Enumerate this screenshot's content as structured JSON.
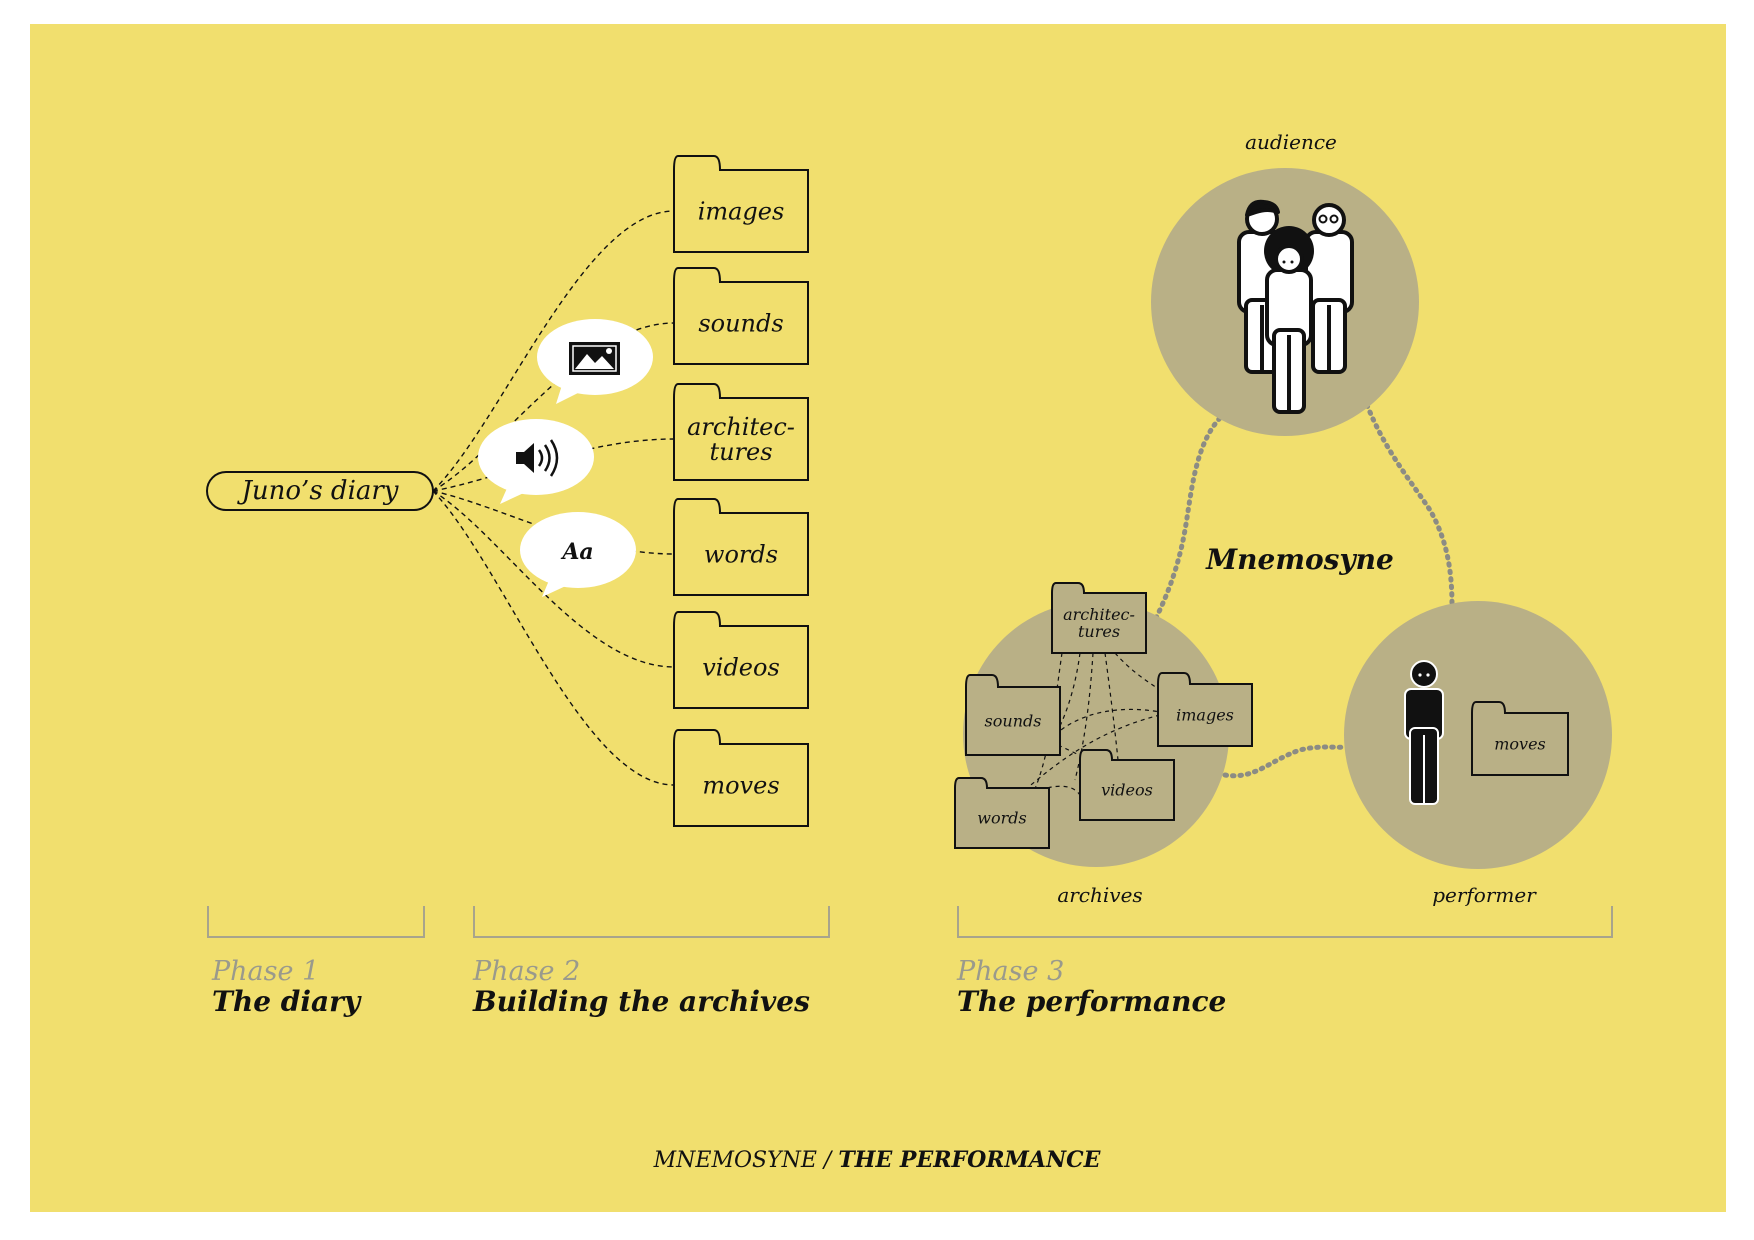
{
  "colors": {
    "background": "#f1df6e",
    "circle": "#b9b086",
    "ink": "#111111",
    "muted": "#9a9a8c",
    "bracket": "#a8a48c"
  },
  "diary": {
    "label": "Juno’s diary"
  },
  "bubbles": [
    {
      "name": "image-bubble",
      "icon": "image-icon"
    },
    {
      "name": "sound-bubble",
      "icon": "speaker-icon"
    },
    {
      "name": "text-bubble",
      "icon": "text",
      "text": "Aa"
    }
  ],
  "phase2_folders": [
    {
      "lines": [
        "images"
      ]
    },
    {
      "lines": [
        "sounds"
      ]
    },
    {
      "lines": [
        "architec-",
        "tures"
      ]
    },
    {
      "lines": [
        "words"
      ]
    },
    {
      "lines": [
        "videos"
      ]
    },
    {
      "lines": [
        "moves"
      ]
    }
  ],
  "phase3": {
    "center_label": "Mnemosyne",
    "audience_label": "audience",
    "archives_label": "archives",
    "performer_label": "performer",
    "archive_folders": [
      {
        "lines": [
          "architec-",
          "tures"
        ]
      },
      {
        "lines": [
          "sounds"
        ]
      },
      {
        "lines": [
          "images"
        ]
      },
      {
        "lines": [
          "videos"
        ]
      },
      {
        "lines": [
          "words"
        ]
      }
    ],
    "performer_folder": {
      "lines": [
        "moves"
      ]
    }
  },
  "phases": [
    {
      "number": "Phase 1",
      "title": "The diary"
    },
    {
      "number": "Phase 2",
      "title": "Building the archives"
    },
    {
      "number": "Phase 3",
      "title": "The performance"
    }
  ],
  "footer": {
    "left": "MNEMOSYNE / ",
    "right": "THE PERFORMANCE"
  }
}
